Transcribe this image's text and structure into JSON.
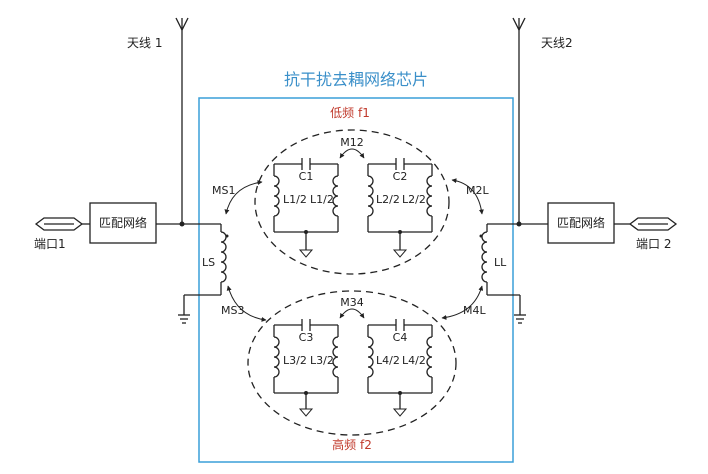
{
  "chip": {
    "title": "抗干扰去耦网络芯片",
    "low_band_label": "低频 f1",
    "high_band_label": "高频 f2",
    "border_color": "#3a9fd8",
    "band_label_color": "#c0392b"
  },
  "antennas": {
    "left": "天线 1",
    "right": "天线2"
  },
  "ports": {
    "left": "端口1",
    "right": "端口 2"
  },
  "matching": {
    "left": "匹配网络",
    "right": "匹配网络"
  },
  "inductors": {
    "ls": "LS",
    "ll": "LL"
  },
  "couplings": {
    "m12": "M12",
    "m34": "M34",
    "ms1": "MS1",
    "ms3": "MS3",
    "m2l": "M2L",
    "m4l": "M4L"
  },
  "resonators": {
    "r1": {
      "cap": "C1",
      "left": "L1/2",
      "right": "L1/2"
    },
    "r2": {
      "cap": "C2",
      "left": "L2/2",
      "right": "L2/2"
    },
    "r3": {
      "cap": "C3",
      "left": "L3/2",
      "right": "L3/2"
    },
    "r4": {
      "cap": "C4",
      "left": "L4/2",
      "right": "L4/2"
    }
  }
}
